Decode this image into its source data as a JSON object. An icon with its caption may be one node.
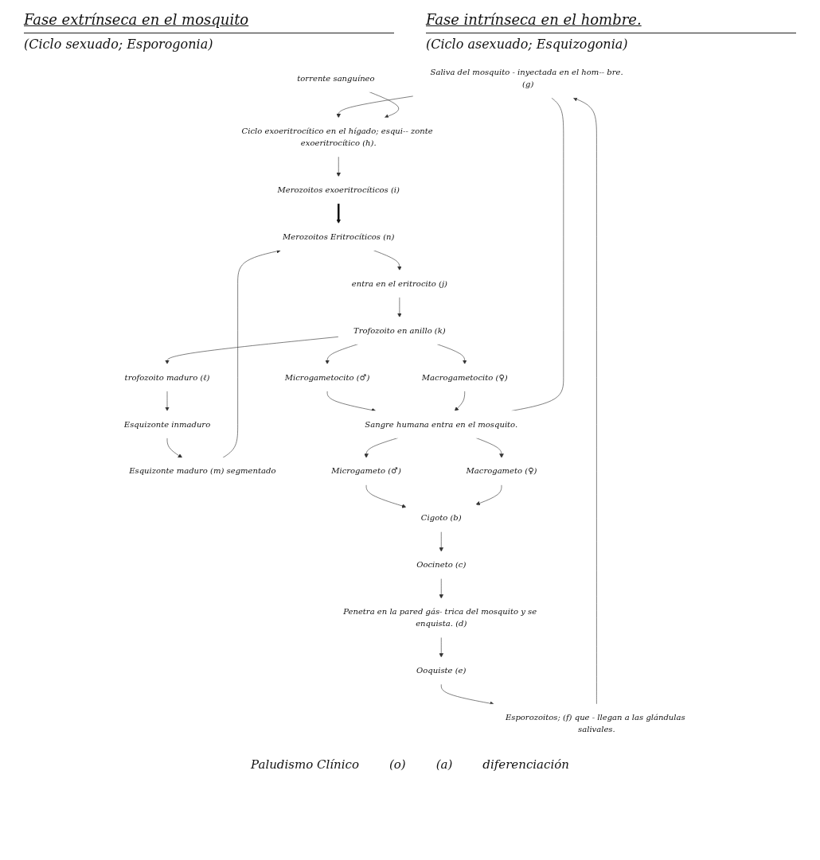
{
  "diagram": {
    "nodes": [
      {
        "text": [
          "Saliva del mosquito - inyectada en el hom-- bre. (g)"
        ]
      },
      {
        "text": [
          "Ciclo exoeritrocítico en el hígado; esqui-- zonte exoeritrocítico (h)."
        ]
      },
      {
        "text": [
          "torrente sanguíneo"
        ]
      },
      {
        "text": [
          "Esporozoitos; (f) que - llegan a las glándulas salivales."
        ]
      },
      {
        "text": [
          "Merozoitos exoeritrocíticos (i)"
        ]
      },
      {
        "text": [
          "Merozoitos Eritrocíticos (n)"
        ]
      },
      {
        "text": [
          "Esquizonte maduro (m) segmentado"
        ]
      },
      {
        "text": [
          "entra en el eritrocito (j)"
        ]
      },
      {
        "text": [
          "Esquizonte inmaduro"
        ]
      },
      {
        "text": [
          "Trofozoito en anillo (k)"
        ]
      },
      {
        "text": [
          "trofozoito maduro (ℓ)"
        ]
      },
      {
        "text": [
          "Ooquiste (e)"
        ]
      },
      {
        "text": [
          "Penetra en la pared gás- trica del mosquito y se enquista. (d)"
        ]
      },
      {
        "text": [
          "Oocineto (c)"
        ]
      },
      {
        "text": [
          "Microgameto (♂)"
        ]
      },
      {
        "text": [
          "Cigoto (b)"
        ]
      },
      {
        "text": [
          "Sangre humana entra en el mosquito."
        ]
      },
      {
        "text": [
          "Microgametocito (♂)"
        ]
      },
      {
        "text": [
          "Macrogameto (♀)"
        ]
      },
      {
        "text": [
          "Macrogametocito (♀)"
        ]
      }
    ],
    "edges": [
      {
        "from": 3,
        "to": 0,
        "arrow": "to"
      },
      {
        "from": 0,
        "to": 1,
        "arrow": "to"
      },
      {
        "from": 2,
        "to": 1,
        "arrow": "to"
      },
      {
        "from": 1,
        "to": 4,
        "arrow": "to"
      },
      {
        "from": 4,
        "to": 5,
        "arrow": "to",
        "style": "thick"
      },
      {
        "from": 5,
        "to": 7,
        "arrow": "to"
      },
      {
        "from": 7,
        "to": 9,
        "arrow": "to"
      },
      {
        "from": 9,
        "to": 10,
        "arrow": "to"
      },
      {
        "from": 10,
        "to": 8,
        "arrow": "to"
      },
      {
        "from": 8,
        "to": 6,
        "arrow": "to"
      },
      {
        "from": 6,
        "to": 5,
        "arrow": "to"
      },
      {
        "from": 9,
        "to": 17,
        "arrow": "to"
      },
      {
        "from": 9,
        "to": 19,
        "arrow": "to"
      },
      {
        "from": 17,
        "to": 16,
        "arrow": "to"
      },
      {
        "from": 19,
        "to": 16,
        "arrow": "to"
      },
      {
        "from": 16,
        "to": 14,
        "arrow": "to"
      },
      {
        "from": 16,
        "to": 18,
        "arrow": "to"
      },
      {
        "from": 14,
        "to": 15,
        "arrow": "to"
      },
      {
        "from": 18,
        "to": 15,
        "arrow": "to"
      },
      {
        "from": 15,
        "to": 13,
        "arrow": "to"
      },
      {
        "from": 13,
        "to": 12,
        "arrow": "to"
      },
      {
        "from": 12,
        "to": 11,
        "arrow": "to"
      },
      {
        "from": 11,
        "to": 3,
        "arrow": "to"
      },
      {
        "from": 0,
        "to": 16,
        "arrow": "none"
      }
    ],
    "labels": [
      "Fase extrínseca en el mosquito",
      "Fase intrínseca en el hombre.",
      "(Ciclo sexuado; Esporogonia)",
      "(Ciclo asexuado; Esquizogonia)",
      "Paludismo Clínico",
      "(o)",
      "(a)",
      "diferenciación"
    ]
  }
}
